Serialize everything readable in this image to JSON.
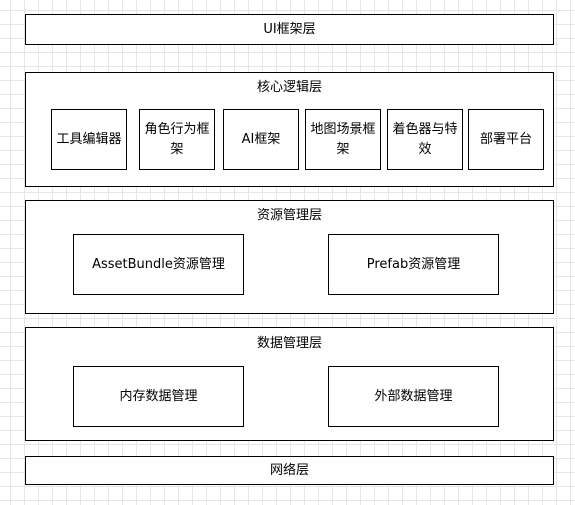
{
  "layers": {
    "ui": "UI框架层",
    "core": {
      "title": "核心逻辑层",
      "modules": [
        "工具编辑器",
        "角色行为框架",
        "AI框架",
        "地图场景框架",
        "着色器与特效",
        "部署平台"
      ]
    },
    "resource": {
      "title": "资源管理层",
      "modules": [
        "AssetBundle资源管理",
        "Prefab资源管理"
      ]
    },
    "data": {
      "title": "数据管理层",
      "modules": [
        "内存数据管理",
        "外部数据管理"
      ]
    },
    "network": "网络层"
  }
}
